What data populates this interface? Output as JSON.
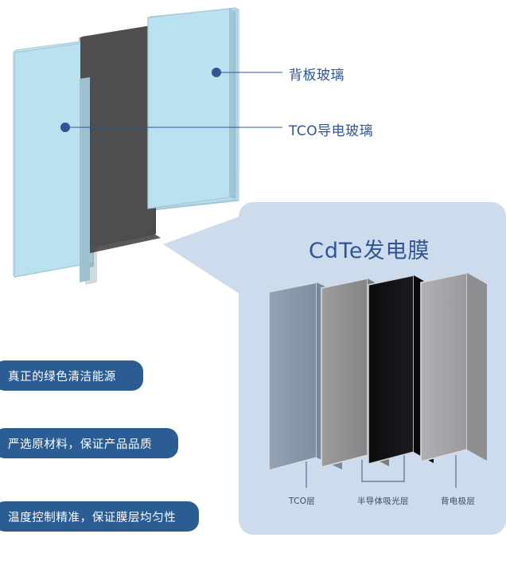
{
  "diagram": {
    "title_text": "CdTe发电膜",
    "callouts": [
      {
        "id": "back-glass",
        "label": "背板玻璃"
      },
      {
        "id": "tco-glass",
        "label": "TCO导电玻璃"
      }
    ],
    "main_panels": [
      {
        "name": "front-glass-panel",
        "fill": "#bfe3f0"
      },
      {
        "name": "absorber-dark-panel",
        "fill": "#4e4e50"
      },
      {
        "name": "back-glass-panel",
        "fill": "#bfe3f0"
      }
    ],
    "callout_dot_color": "#2f5597",
    "callout_line_color": "#2f5597"
  },
  "inset": {
    "title": "CdTe发电膜",
    "background": "#ccdcec",
    "title_color": "#2f5597",
    "layer_labels": [
      "TCO层",
      "半导体吸光层",
      "背电极层"
    ],
    "layers": [
      {
        "name": "tco-layer",
        "fill": "#8798ab"
      },
      {
        "name": "semiconductor-a",
        "fill": "#929292"
      },
      {
        "name": "semiconductor-b",
        "fill": "#111114"
      },
      {
        "name": "back-electrode",
        "fill": "#a5a5a8"
      }
    ]
  },
  "features": {
    "pill_color": "#2b5c93",
    "items": [
      "真正的绿色清洁能源",
      "严选原材料，保证产品品质",
      "温度控制精准，保证膜层均匀性"
    ]
  }
}
